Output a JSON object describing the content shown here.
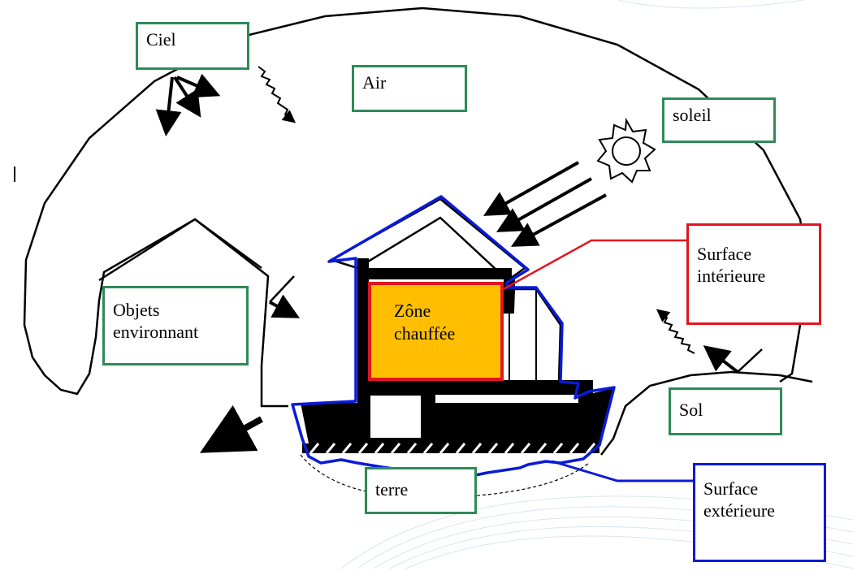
{
  "labels": {
    "ciel": "Ciel",
    "air": "Air",
    "soleil": "soleil",
    "surface_interieure": [
      "Surface",
      "intérieure"
    ],
    "objets_environnants": [
      "Objets",
      "environnant"
    ],
    "zone_chauffee": [
      "Zône",
      "chauffée"
    ],
    "sol": "Sol",
    "terre": "terre",
    "surface_exterieure": [
      "Surface",
      "extérieure"
    ]
  },
  "colors": {
    "environment_label_border": "#2e8b57",
    "interior_surface": "#e0161e",
    "exterior_surface": "#0a1ad8",
    "heated_zone_fill": "#ffbf00",
    "structure": "#000000"
  }
}
